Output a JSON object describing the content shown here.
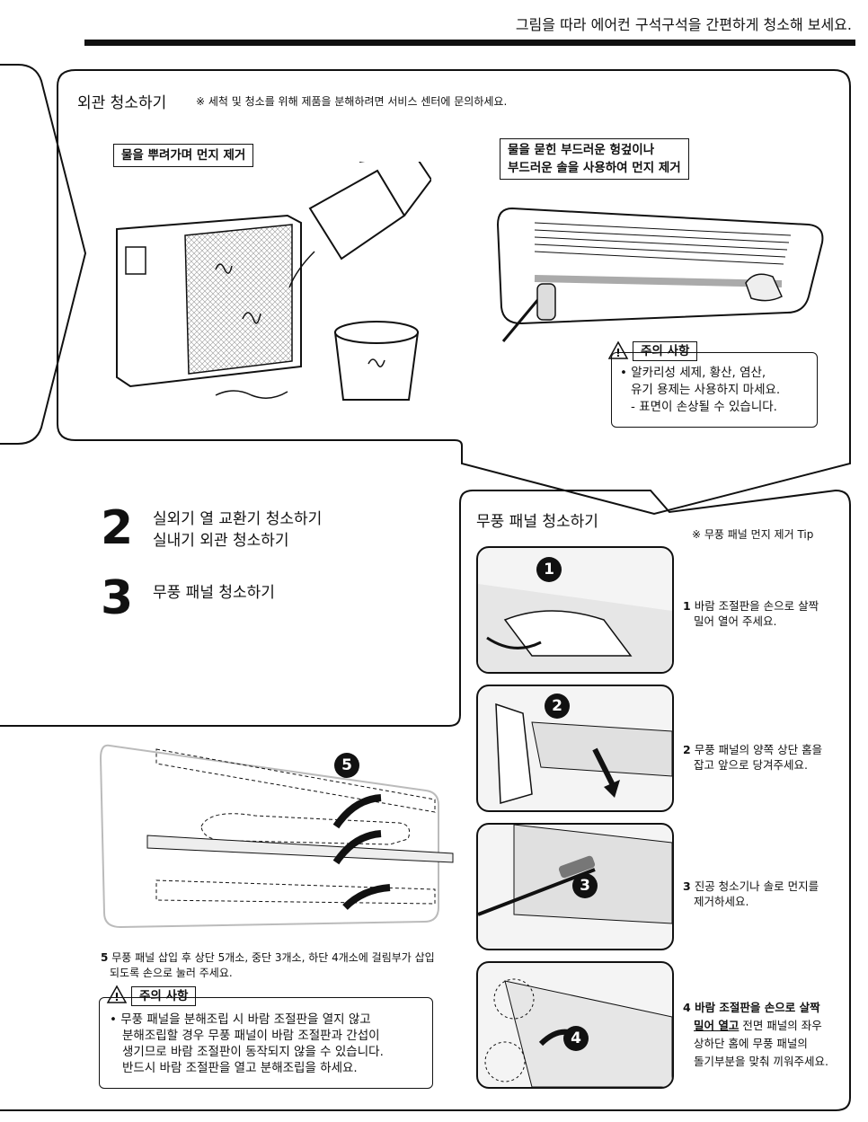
{
  "header": {
    "title": "그림을 따라 에어컨 구석구석을 간편하게 청소해 보세요."
  },
  "exterior": {
    "title": "외관 청소하기",
    "note": "※ 세척 및 청소를 위해 제품을 분해하려면 서비스 센터에 문의하세요.",
    "label_spray": "물을 뿌려가며 먼지 제거",
    "label_cloth_1": "물을 묻힌 부드러운 헝겊이나",
    "label_cloth_2": "부드러운 솔을 사용하여 먼지 제거",
    "caution": {
      "title": "주의 사항",
      "line1": "• 알카리성 세제, 황산, 염산,",
      "line2": "유기 용제는 사용하지 마세요.",
      "line3": "- 표면이 손상될 수 있습니다."
    }
  },
  "steps": {
    "s2_num": "2",
    "s2_line1": "실외기 열 교환기 청소하기",
    "s2_line2": "실내기 외관 청소하기",
    "s3_num": "3",
    "s3_line1": "무풍 패널 청소하기"
  },
  "panel": {
    "title": "무풍 패널 청소하기",
    "tip": "※ 무풍 패널 먼지 제거 Tip",
    "items": [
      {
        "badge": "1",
        "num": "1",
        "text1": "바람 조절판을 손으로 살짝",
        "text2": "밀어 열어 주세요."
      },
      {
        "badge": "2",
        "num": "2",
        "text1": "무풍 패널의 양쪽 상단 홈을",
        "text2": "잡고 앞으로 당겨주세요."
      },
      {
        "badge": "3",
        "num": "3",
        "text1": "진공 청소기나 솔로 먼지를",
        "text2": "제거하세요."
      },
      {
        "badge": "4",
        "num": "4",
        "text1": "바람 조절판을 손으로 살짝",
        "text2": "밀어 열고",
        "text2b": " 전면 패널의 좌우",
        "text3": "상하단 홈에 무풍 패널의",
        "text4": "돌기부분을 맞춰 끼워주세요."
      }
    ]
  },
  "step5": {
    "badge": "5",
    "num": "5",
    "line1": "무풍 패널 삽입 후 상단 5개소, 중단 3개소, 하단 4개소에 걸림부가 삽입",
    "line2": "되도록 손으로 눌러 주세요."
  },
  "caution2": {
    "title": "주의 사항",
    "line1": "• 무풍 패널을 분해조립 시 바람 조절판을 열지 않고",
    "line2": "분해조립할 경우 무풍 패널이 바람 조절판과 간섭이",
    "line3": "생기므로 바람 조절판이 동작되지 않을 수 있습니다.",
    "line4": "반드시 바람 조절판을 열고 분해조립을 하세요."
  }
}
